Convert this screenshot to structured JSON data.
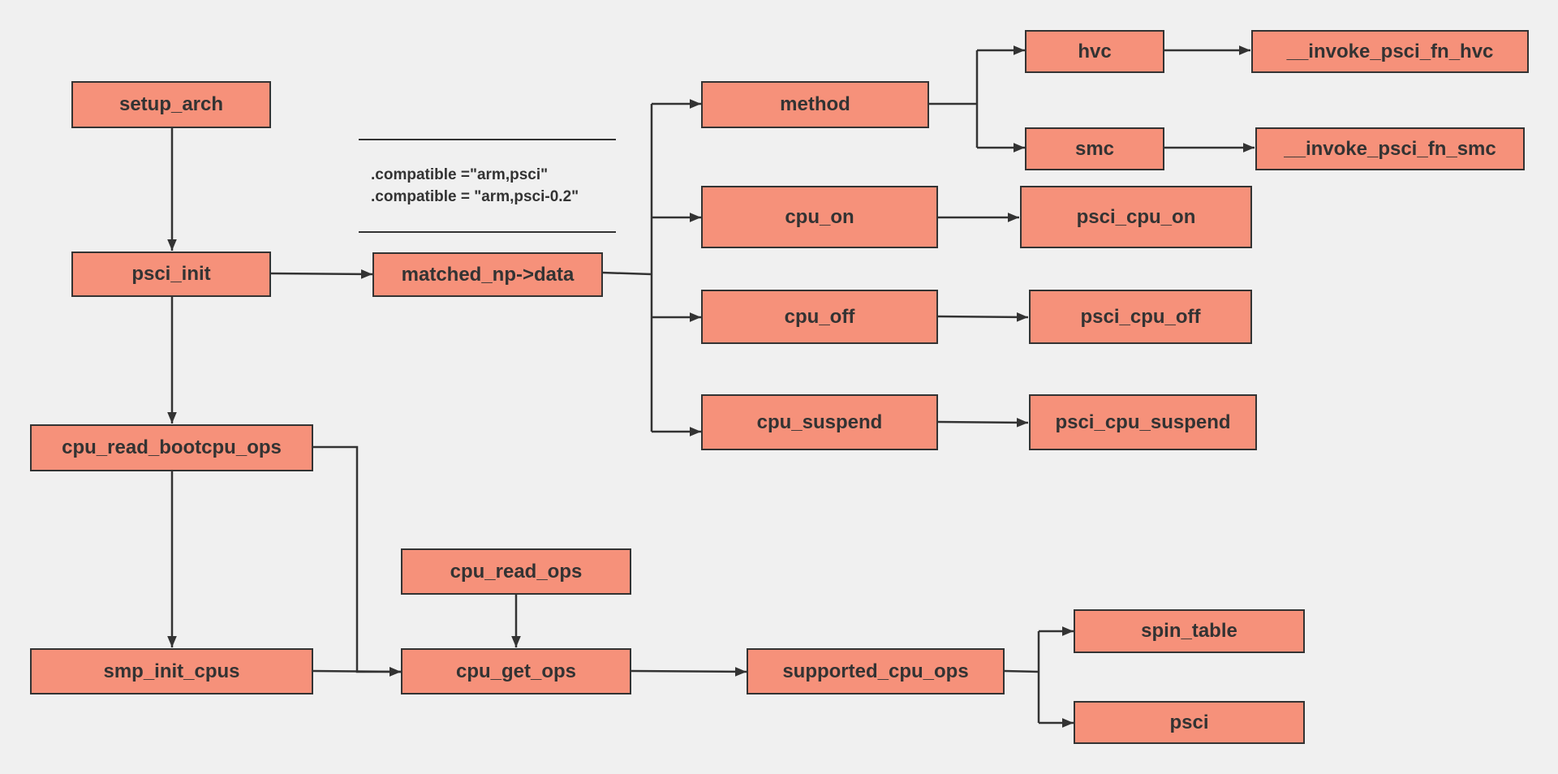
{
  "diagram": {
    "nodes": {
      "setup_arch": "setup_arch",
      "psci_init": "psci_init",
      "cpu_read_bootcpu_ops": "cpu_read_bootcpu_ops",
      "smp_init_cpus": "smp_init_cpus",
      "matched_np_data": "matched_np->data",
      "cpu_read_ops": "cpu_read_ops",
      "cpu_get_ops": "cpu_get_ops",
      "supported_cpu_ops": "supported_cpu_ops",
      "spin_table": "spin_table",
      "psci": "psci",
      "method": "method",
      "hvc": "hvc",
      "smc": "smc",
      "invoke_psci_fn_hvc": "__invoke_psci_fn_hvc",
      "invoke_psci_fn_smc": "__invoke_psci_fn_smc",
      "cpu_on": "cpu_on",
      "cpu_off": "cpu_off",
      "cpu_suspend": "cpu_suspend",
      "psci_cpu_on": "psci_cpu_on",
      "psci_cpu_off": "psci_cpu_off",
      "psci_cpu_suspend": "psci_cpu_suspend"
    },
    "note": {
      "line1": ".compatible =\"arm,psci\"",
      "line2": ".compatible = \"arm,psci-0.2\""
    },
    "colors": {
      "node_fill": "#f6917a",
      "stroke": "#333333",
      "background": "#f0f0f0"
    }
  }
}
